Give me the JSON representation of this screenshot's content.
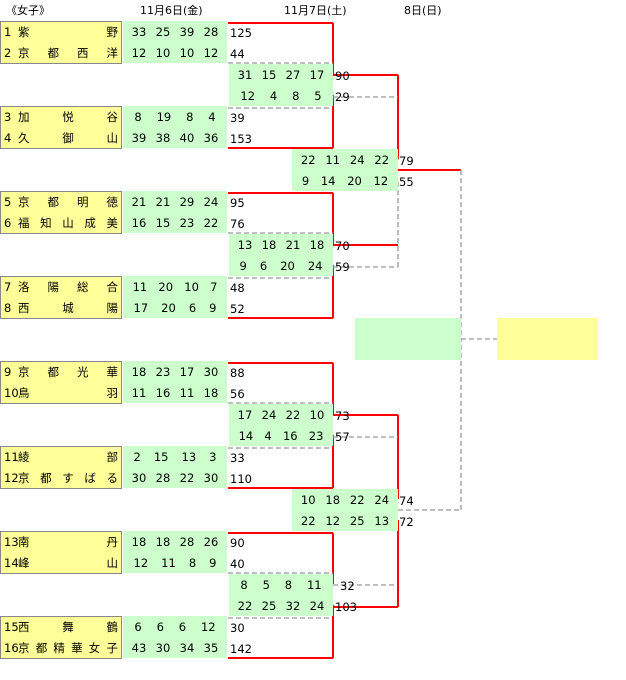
{
  "header": {
    "section": "《女子》",
    "day1": "11月6日(金)",
    "day2": "11月7日(土)",
    "day3": "8日(日)"
  },
  "teams": [
    {
      "num": "1",
      "name": "紫野"
    },
    {
      "num": "2",
      "name": "京都西洋"
    },
    {
      "num": "3",
      "name": "加悦谷"
    },
    {
      "num": "4",
      "name": "久御山"
    },
    {
      "num": "5",
      "name": "京都明徳"
    },
    {
      "num": "6",
      "name": "福知山成美"
    },
    {
      "num": "7",
      "name": "洛陽総合"
    },
    {
      "num": "8",
      "name": "西城陽"
    },
    {
      "num": "9",
      "name": "京都光華"
    },
    {
      "num": "10",
      "name": "鳥羽"
    },
    {
      "num": "11",
      "name": "綾部"
    },
    {
      "num": "12",
      "name": "京都すばる"
    },
    {
      "num": "13",
      "name": "南丹"
    },
    {
      "num": "14",
      "name": "峰山"
    },
    {
      "num": "15",
      "name": "西舞鶴"
    },
    {
      "num": "16",
      "name": "京都精華女子"
    }
  ],
  "round1": [
    {
      "top": "33 25 39 28",
      "bot": "12 10 10 12",
      "t1": "125",
      "t2": "44"
    },
    {
      "top": "8 19 8 4",
      "bot": "39 38 40 36",
      "t1": "39",
      "t2": "153"
    },
    {
      "top": "21 21 29 24",
      "bot": "16 15 23 22",
      "t1": "95",
      "t2": "76"
    },
    {
      "top": "11 20 10 7",
      "bot": "17 20 6 9",
      "t1": "48",
      "t2": "52"
    },
    {
      "top": "18 23 17 30",
      "bot": "11 16 11 18",
      "t1": "88",
      "t2": "56"
    },
    {
      "top": "2 15 13 3",
      "bot": "30 28 22 30",
      "t1": "33",
      "t2": "110"
    },
    {
      "top": "18 18 28 26",
      "bot": "12 11 8 9",
      "t1": "90",
      "t2": "40"
    },
    {
      "top": "6 6 6 12",
      "bot": "43 30 34 35",
      "t1": "30",
      "t2": "142"
    }
  ],
  "round2": [
    {
      "top": "31 15 27 17",
      "bot": "12 4 8 5",
      "t1": "90",
      "t2": "29"
    },
    {
      "top": "13 18 21 18",
      "bot": "9 6 20 24",
      "t1": "70",
      "t2": "59"
    },
    {
      "top": "17 24 22 10",
      "bot": "14 4 16 23",
      "t1": "73",
      "t2": "57"
    },
    {
      "top": "8 5 8 11",
      "bot": "22 25 32 24",
      "t1": "32",
      "t2": "103"
    }
  ],
  "semis": [
    {
      "top": "22 11 24 22",
      "bot": "9 14 20 12",
      "t1": "79",
      "t2": "55"
    },
    {
      "top": "10 18 22 24",
      "bot": "22 12 25 13",
      "t1": "74",
      "t2": "72"
    }
  ],
  "colors": {
    "team_bg": "#ffff99",
    "score_bg": "#ccffcc",
    "winner_line": "#ff0000",
    "loser_line": "#999999"
  }
}
